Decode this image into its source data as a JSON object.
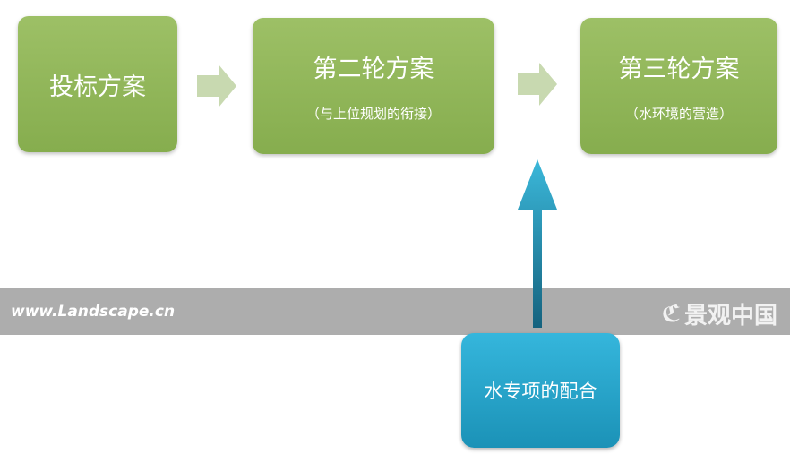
{
  "boxes": [
    {
      "title": "投标方案"
    },
    {
      "title": "第二轮方案",
      "subtitle": "（与上位规划的衔接）"
    },
    {
      "title": "第三轮方案",
      "subtitle": "（水环境的营造）"
    }
  ],
  "water_box": {
    "label": "水专项的配合"
  },
  "watermark": {
    "url": "www.Landscape.cn",
    "logo_text": "景观中国"
  },
  "colors": {
    "green": "#8fb55a",
    "blue": "#2aa5c9",
    "band": "#adadad"
  }
}
